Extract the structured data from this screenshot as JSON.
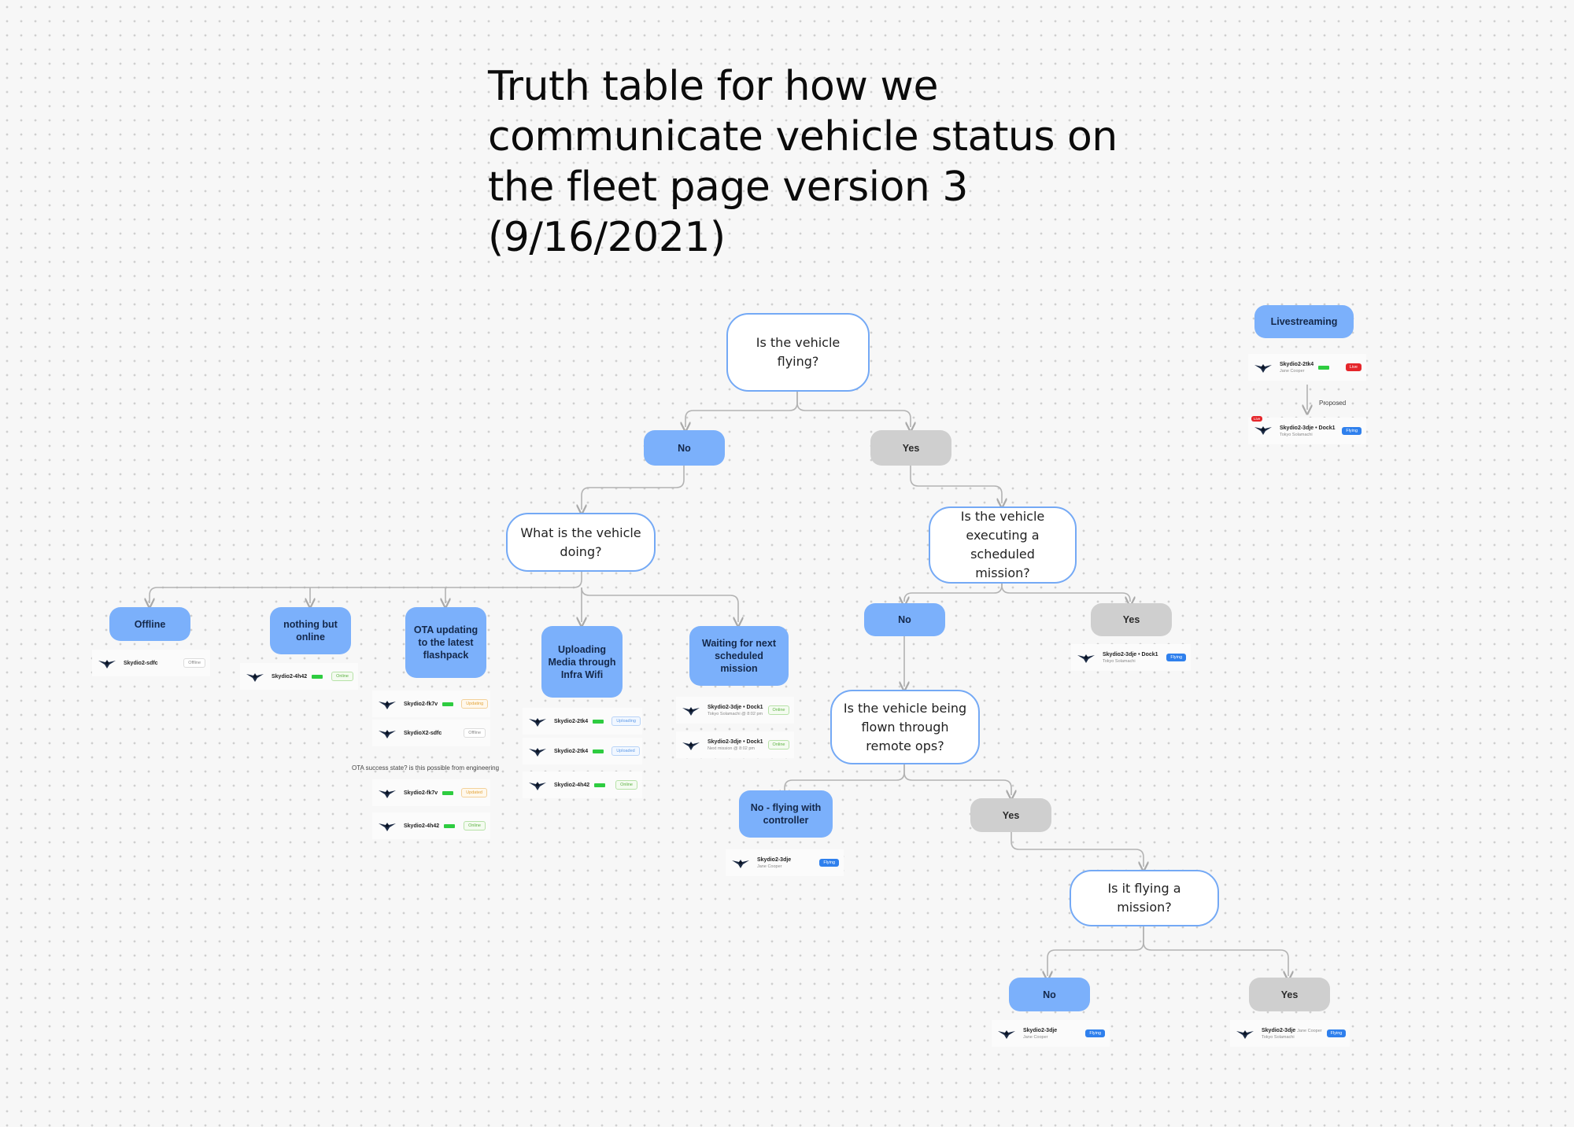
{
  "title": "Truth table for how we communicate vehicle status on the fleet page version 3 (9/16/2021)",
  "questions": {
    "flying": "Is the vehicle flying?",
    "doing": "What is the vehicle doing?",
    "scheduled": "Is the vehicle executing a scheduled mission?",
    "remote": "Is the vehicle being flown through remote ops?",
    "mission": "Is it flying a mission?"
  },
  "answers": {
    "flying_no": "No",
    "flying_yes": "Yes",
    "sched_no": "No",
    "sched_yes": "Yes",
    "remote_no": "No - flying with controller",
    "remote_yes": "Yes",
    "mission_no": "No",
    "mission_yes": "Yes"
  },
  "states": {
    "offline": "Offline",
    "online": "nothing but online",
    "ota": "OTA updating to the latest flashpack",
    "uploading": "Uploading Media through Infra Wifi",
    "waiting": "Waiting for next scheduled mission",
    "livestreaming": "Livestreaming"
  },
  "labels": {
    "ota_note": "OTA success state? is this possible from engineering",
    "proposed": "Proposed"
  },
  "rows": {
    "offline_1": {
      "name": "Skydio2-sdfc",
      "badge": "Offline"
    },
    "online_1": {
      "name": "Skydio2-4h42",
      "badge": "Online"
    },
    "ota_1": {
      "name": "Skydio2-fk7v",
      "badge": "Updating"
    },
    "ota_2": {
      "name": "SkydioX2-sdfc",
      "badge": "Offline"
    },
    "ota_3": {
      "name": "Skydio2-fk7v",
      "badge": "Updated"
    },
    "ota_4": {
      "name": "Skydio2-4h42",
      "badge": "Online"
    },
    "upl_1": {
      "name": "Skydio2-2tk4",
      "badge": "Uploading"
    },
    "upl_2": {
      "name": "Skydio2-2tk4",
      "badge": "Uploaded"
    },
    "upl_3": {
      "name": "Skydio2-4h42",
      "badge": "Online"
    },
    "wait_1": {
      "name": "Skydio2-3dje • Dock1",
      "sub": "Tokyo Solamachi @ 8:02 pm",
      "badge": "Online"
    },
    "wait_2": {
      "name": "Skydio2-3dje • Dock1",
      "sub": "Next mission @ 8:02 pm",
      "badge": "Online"
    },
    "sched_yes_1": {
      "name": "Skydio2-3dje • Dock1",
      "sub": "Tokyo Solamachi",
      "badge": "Flying"
    },
    "ctrl_1": {
      "name": "Skydio2-3dje",
      "sub": "Jane Cooper",
      "badge": "Flying"
    },
    "mission_no_1": {
      "name": "Skydio2-3dje",
      "sub": "Jane Cooper",
      "badge": "Flying"
    },
    "mission_yes_1": {
      "name": "Skydio2-3dje",
      "name_extra": "Jane Cooper",
      "sub": "Tokyo Solamachi",
      "badge": "Flying"
    },
    "live_1": {
      "name": "Skydio2-2tk4",
      "sub": "Jane Cooper",
      "badge": "Live"
    },
    "live_2": {
      "name": "Skydio2-3dje • Dock1",
      "sub": "Tokyo Solamachi",
      "badge": "Flying",
      "corner_badge": "Live"
    }
  },
  "colors": {
    "blue_pill": "#7bb0fb",
    "gray_pill": "#cfcfcf",
    "question_border": "#74a9f5",
    "flying_badge": "#2f80ed",
    "live_badge": "#e5262b",
    "battery": "#2ecc40"
  }
}
